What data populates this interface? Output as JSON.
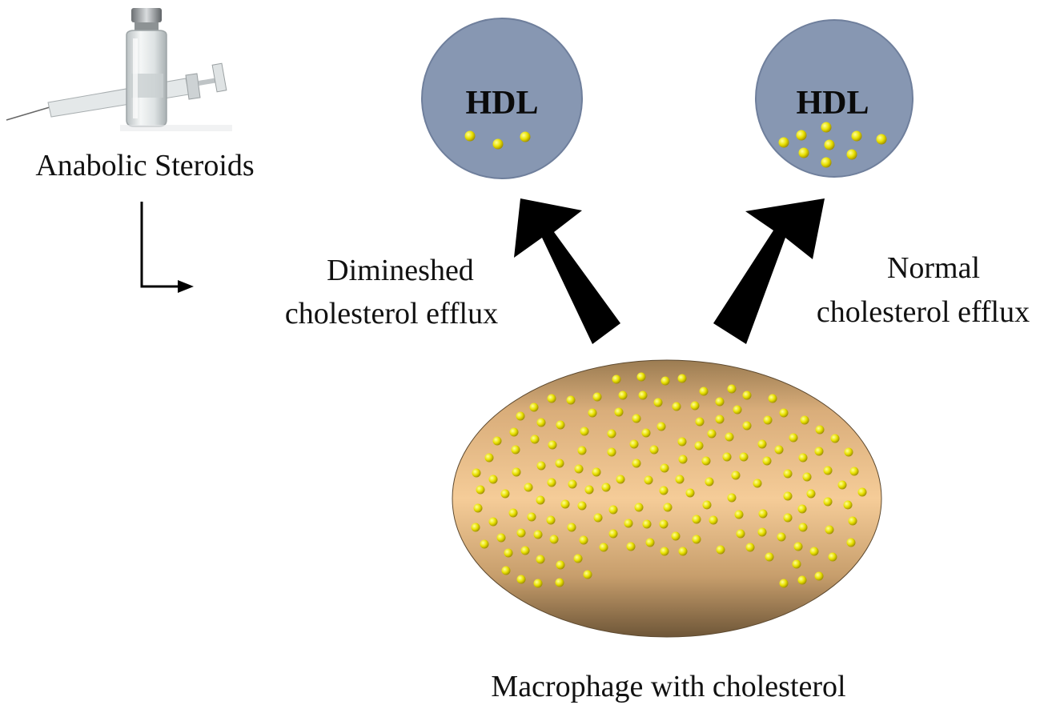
{
  "labels": {
    "steroids": "Anabolic Steroids",
    "hdl_left": "HDL",
    "hdl_right": "HDL",
    "diminished_line1": "Dimineshed",
    "diminished_line2": "cholesterol efflux",
    "normal_line1": "Normal",
    "normal_line2": "cholesterol efflux",
    "macrophage": "Macrophage with cholesterol"
  },
  "colors": {
    "hdl_fill": "#8797b2",
    "hdl_stroke": "#6f7f9c",
    "cholesterol_dot": "#e8e000",
    "arrow": "#000000",
    "macrophage_light": "#f5cc98",
    "macrophage_dark": "#6e5638"
  },
  "icons": [
    "vial-icon",
    "syringe-icon",
    "elbow-arrow-icon"
  ]
}
